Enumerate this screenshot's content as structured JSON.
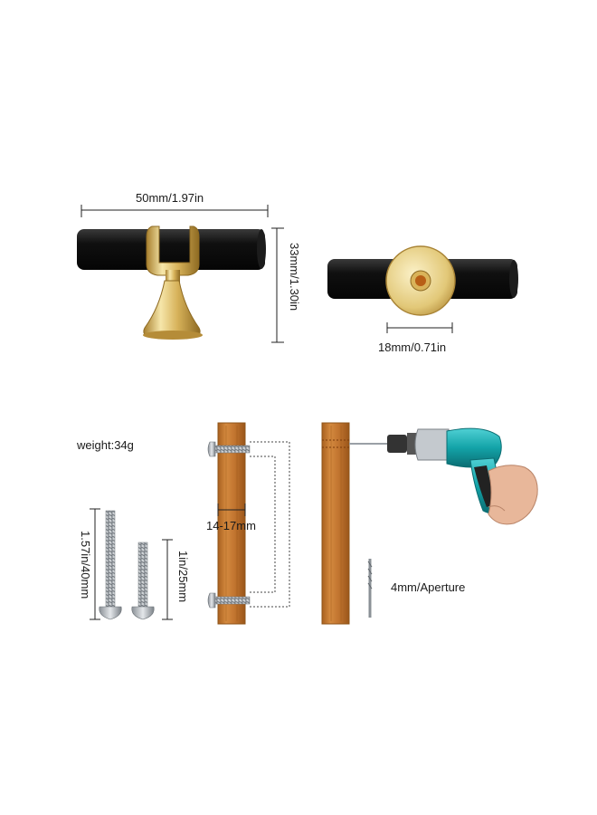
{
  "labels": {
    "knob_width": "50mm/1.97in",
    "knob_height": "33mm/1.30in",
    "base_diameter": "18mm/0.71in",
    "weight": "weight:34g",
    "screw_long": "1.57in/40mm",
    "screw_short": "1in/25mm",
    "panel_thickness": "14-17mm",
    "drill_aperture": "4mm/Aperture"
  },
  "colors": {
    "bar_black": "#111111",
    "gold": "#d9b35a",
    "gold_light": "#f4e3a6",
    "wood": "#c57a32",
    "wood_dark": "#8f5419",
    "drill_teal": "#13a3a8",
    "silver": "#b9bec4"
  },
  "icons": {
    "knob_side": "t-bar-knob-side-icon",
    "knob_back": "t-bar-knob-back-icon",
    "screw": "machine-screw-icon",
    "wood_panel": "wood-panel-icon",
    "drill": "power-drill-icon",
    "drill_bit": "drill-bit-icon",
    "hand": "hand-icon"
  }
}
